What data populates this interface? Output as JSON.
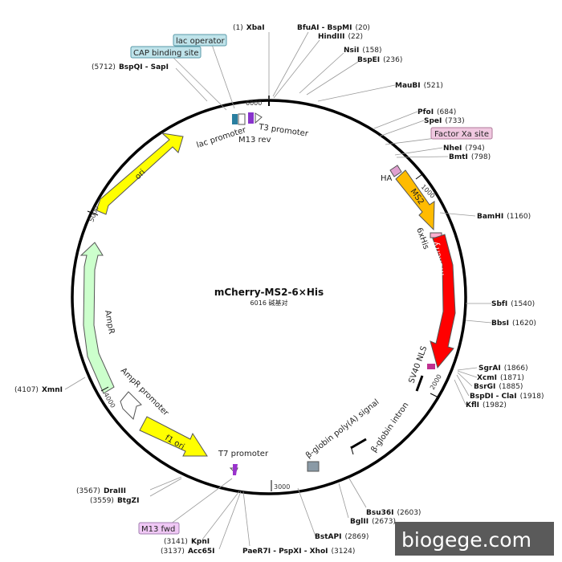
{
  "plasmid": {
    "name": "mCherry-MS2-6×His",
    "size_label": "6016 碱基对"
  },
  "watermark": "biogege.com",
  "colors": {
    "ori": "#ffff00",
    "f1_ori": "#ffff00",
    "ampr": "#ccffcc",
    "ms2": "#ffbb00",
    "mcherry": "#ff0000",
    "backbone": "#000000"
  },
  "ticks": [
    {
      "label": "1000"
    },
    {
      "label": "2000"
    },
    {
      "label": "3000"
    },
    {
      "label": "4000"
    },
    {
      "label": "5000"
    },
    {
      "label": "6000"
    }
  ],
  "sites": [
    {
      "pos": "(1)",
      "name": "XbaI"
    },
    {
      "pos": "(20)",
      "name": "BfuAI - BspMI"
    },
    {
      "pos": "(22)",
      "name": "HindIII"
    },
    {
      "pos": "(158)",
      "name": "NsiI"
    },
    {
      "pos": "(236)",
      "name": "BspEI"
    },
    {
      "pos": "(521)",
      "name": "MauBI"
    },
    {
      "pos": "(684)",
      "name": "PfoI"
    },
    {
      "pos": "(733)",
      "name": "SpeI"
    },
    {
      "pos": "(794)",
      "name": "NheI"
    },
    {
      "pos": "(798)",
      "name": "BmtI"
    },
    {
      "pos": "(1160)",
      "name": "BamHI"
    },
    {
      "pos": "(1540)",
      "name": "SbfI"
    },
    {
      "pos": "(1620)",
      "name": "BbsI"
    },
    {
      "pos": "(1866)",
      "name": "SgrAI"
    },
    {
      "pos": "(1871)",
      "name": "XcmI"
    },
    {
      "pos": "(1885)",
      "name": "BsrGI"
    },
    {
      "pos": "(1918)",
      "name": "BspDI - ClaI"
    },
    {
      "pos": "(1982)",
      "name": "KflI"
    },
    {
      "pos": "(2603)",
      "name": "Bsu36I"
    },
    {
      "pos": "(2673)",
      "name": "BglII"
    },
    {
      "pos": "(2869)",
      "name": "BstAPI"
    },
    {
      "pos": "(3124)",
      "name": "PaeR7I - PspXI - XhoI"
    },
    {
      "pos": "(3137)",
      "name": "Acc65I"
    },
    {
      "pos": "(3141)",
      "name": "KpnI"
    },
    {
      "pos": "(3559)",
      "name": "BtgZI"
    },
    {
      "pos": "(3567)",
      "name": "DraIII"
    },
    {
      "pos": "(4107)",
      "name": "XmnI"
    },
    {
      "pos": "(5712)",
      "name": "BspQI - SapI"
    }
  ],
  "boxed_labels": [
    {
      "text": "lac operator",
      "color": "#bfe3ea"
    },
    {
      "text": "CAP binding site",
      "color": "#bfe3ea"
    },
    {
      "text": "Factor Xa site",
      "color": "#f0c8e0"
    },
    {
      "text": "M13 fwd",
      "color": "#f0c8f5"
    }
  ],
  "features": [
    {
      "name": "ori"
    },
    {
      "name": "AmpR"
    },
    {
      "name": "AmpR promoter"
    },
    {
      "name": "f1 ori"
    },
    {
      "name": "T7 promoter"
    },
    {
      "name": "lac promoter"
    },
    {
      "name": "M13 rev"
    },
    {
      "name": "T3 promoter"
    },
    {
      "name": "HA"
    },
    {
      "name": "MS2"
    },
    {
      "name": "6xHis"
    },
    {
      "name": "mCherry"
    },
    {
      "name": "SV40 NLS"
    },
    {
      "name": "β-globin intron"
    },
    {
      "name": "β-globin poly(A) signal"
    }
  ]
}
